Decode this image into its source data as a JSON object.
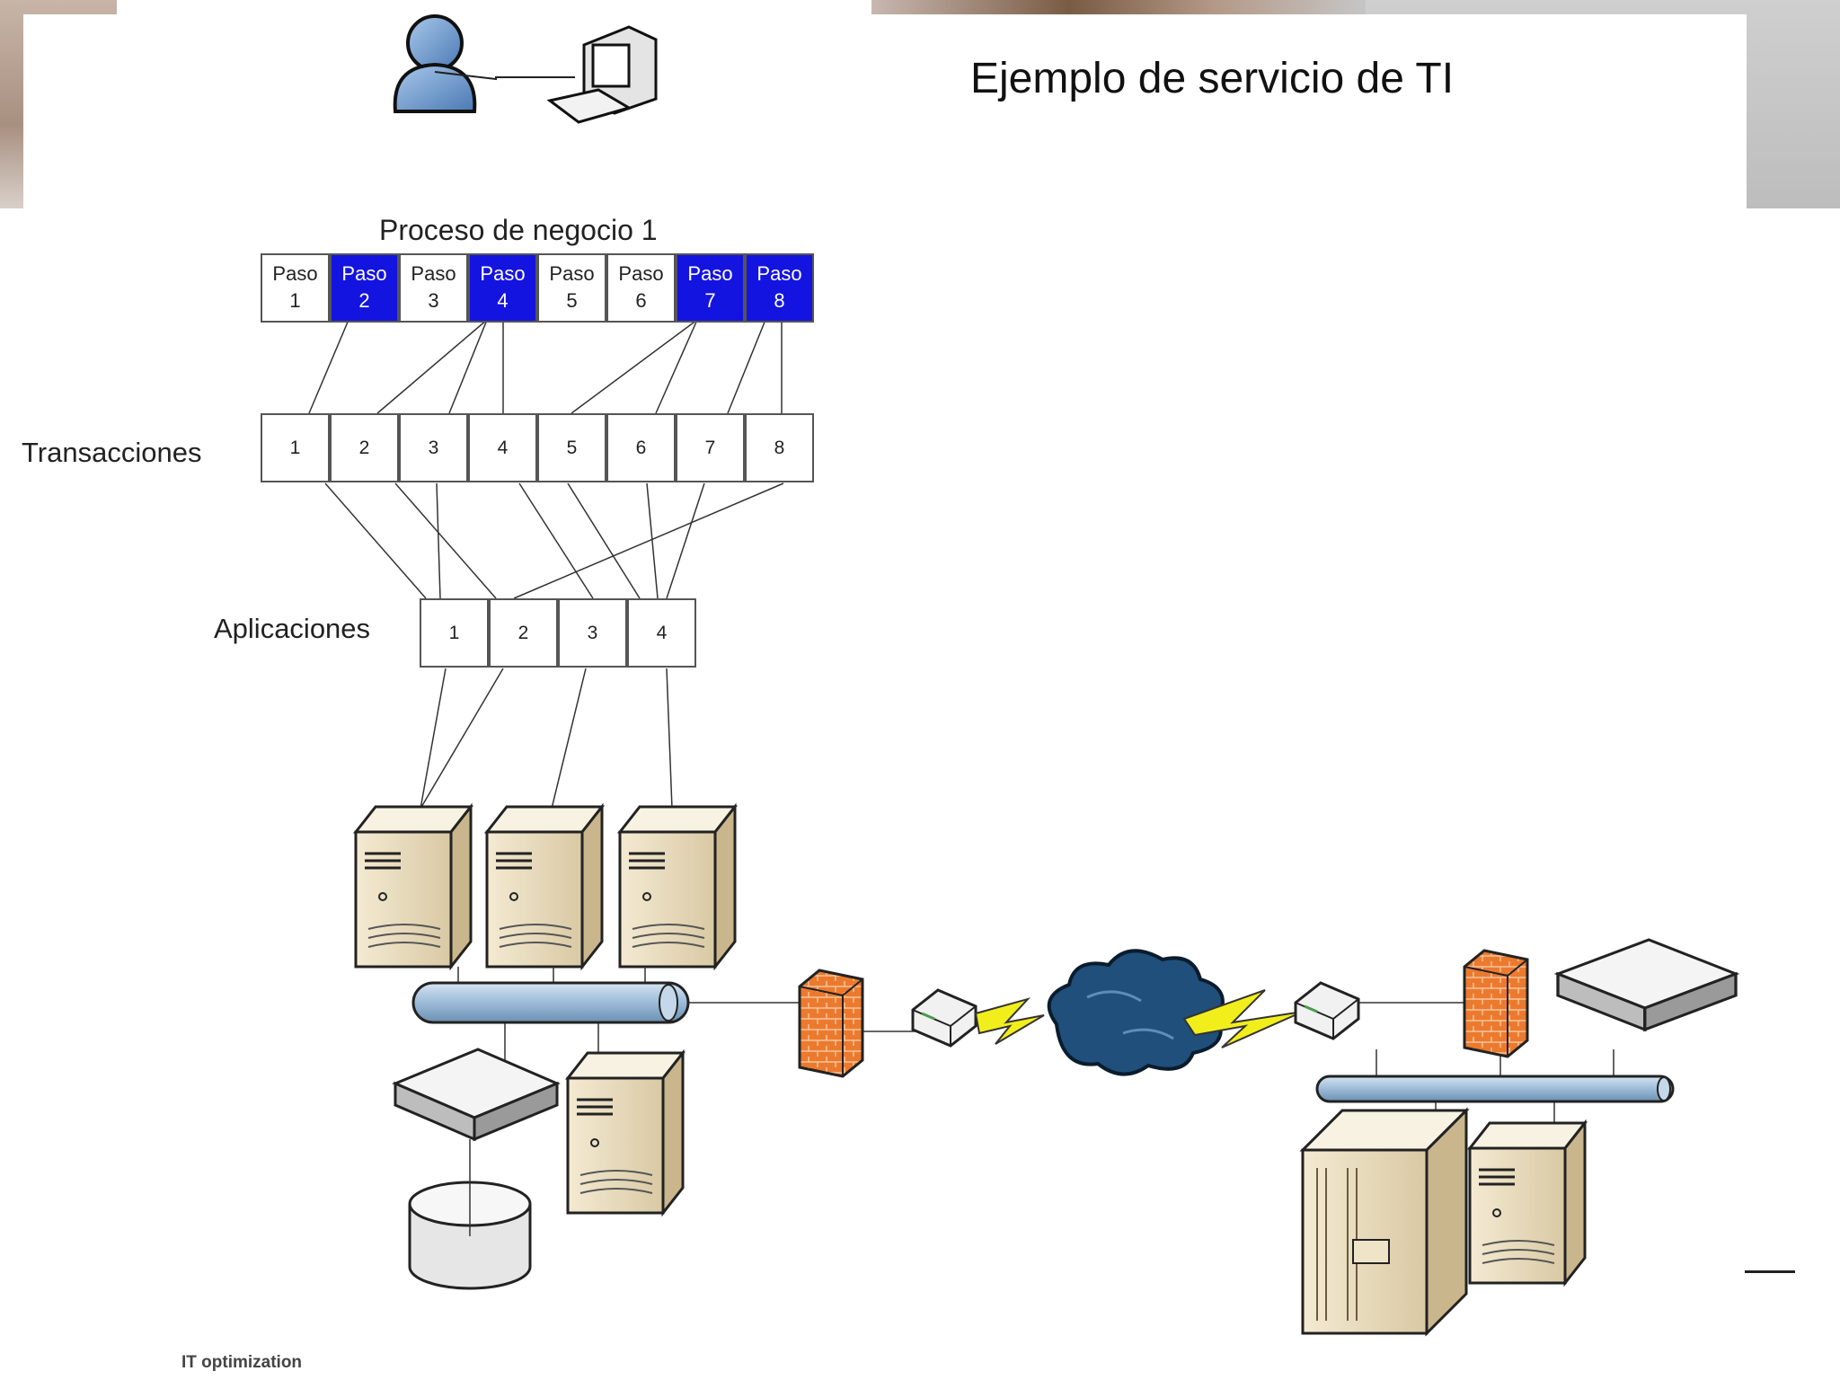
{
  "slide": {
    "title": "Ejemplo de servicio de TI",
    "footer": "IT optimization"
  },
  "process": {
    "title": "Proceso de negocio 1",
    "steps": [
      {
        "word": "Paso",
        "num": "1",
        "highlighted": false
      },
      {
        "word": "Paso",
        "num": "2",
        "highlighted": true
      },
      {
        "word": "Paso",
        "num": "3",
        "highlighted": false
      },
      {
        "word": "Paso",
        "num": "4",
        "highlighted": true
      },
      {
        "word": "Paso",
        "num": "5",
        "highlighted": false
      },
      {
        "word": "Paso",
        "num": "6",
        "highlighted": false
      },
      {
        "word": "Paso",
        "num": "7",
        "highlighted": true
      },
      {
        "word": "Paso",
        "num": "8",
        "highlighted": true
      }
    ]
  },
  "transactions": {
    "label": "Transacciones",
    "items": [
      "1",
      "2",
      "3",
      "4",
      "5",
      "6",
      "7",
      "8"
    ]
  },
  "applications": {
    "label": "Aplicaciones",
    "items": [
      "1",
      "2",
      "3",
      "4"
    ]
  },
  "colors": {
    "step_highlight": "#1414e0",
    "firewall": "#e8742a",
    "network_bus": "#9bbbd8",
    "cloud": "#1f4f7a",
    "lightning": "#f2ee1c",
    "server_beige": "#e9dcc0"
  },
  "icons": [
    "user-icon",
    "computer-icon",
    "server-icon",
    "network-bus-icon",
    "firewall-icon",
    "router-icon",
    "lightning-link-icon",
    "cloud-icon",
    "storage-appliance-icon",
    "database-icon",
    "mainframe-icon"
  ]
}
